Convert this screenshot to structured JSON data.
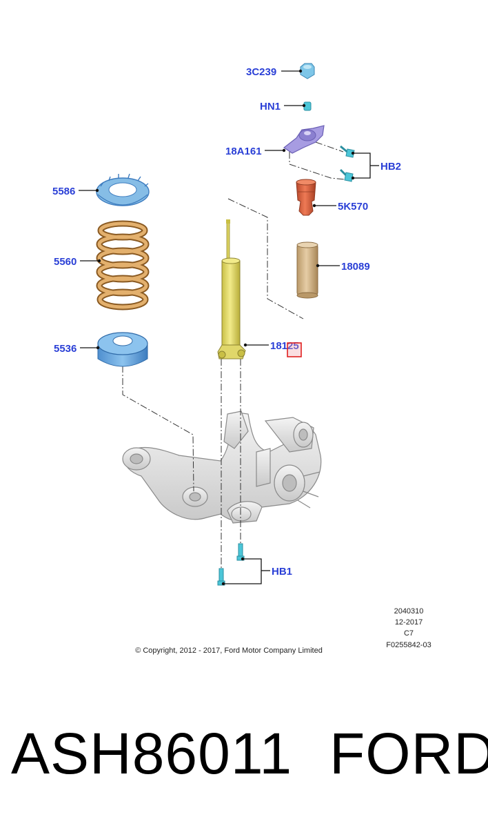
{
  "callouts": {
    "c3c239": "3C239",
    "hn1": "HN1",
    "c18a161": "18A161",
    "hb2": "HB2",
    "c5586": "5586",
    "c5k570": "5K570",
    "c5560": "5560",
    "c18089": "18089",
    "c5536": "5536",
    "c18125": "18125",
    "hb1": "HB1"
  },
  "info_block": {
    "line1": "2040310",
    "line2": "12-2017",
    "line3": "C7",
    "line4": "F0255842-03"
  },
  "copyright": "© Copyright, 2012 - 2017, Ford Motor Company Limited",
  "footer": {
    "part_number": "ASH86011",
    "brand": "FORD"
  },
  "colors": {
    "callout_text": "#2a3fd6",
    "spring": "#d4a15c",
    "seat": "#7fb4e0",
    "shock": "#e8e07a",
    "bump_stop": "#d9603e",
    "dust_boot": "#d8b890",
    "mount": "#9a8fd8",
    "fastener": "#4cc6d8",
    "highlight_box": "#e02020"
  }
}
